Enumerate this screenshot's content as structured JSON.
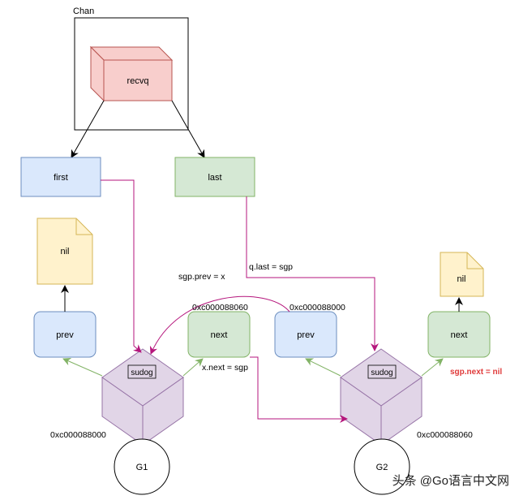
{
  "chan": {
    "title": "Chan",
    "recvq_label": "recvq"
  },
  "queue": {
    "first_label": "first",
    "last_label": "last"
  },
  "nil_left": "nil",
  "nil_right": "nil",
  "g1": {
    "prev_label": "prev",
    "next_label": "next",
    "sudog_label": "sudog",
    "goroutine_label": "G1",
    "address": "0xc000088000",
    "next_address": "0xc000088060"
  },
  "g2": {
    "prev_label": "prev",
    "next_label": "next",
    "sudog_label": "sudog",
    "goroutine_label": "G2",
    "address": "0xc000088060",
    "prev_address": "0xc000088000"
  },
  "annotations": {
    "last_assign": "q.last = sgp",
    "prev_assign": "sgp.prev = x",
    "next_assign": "x.next = sgp",
    "next_nil": "sgp.next = nil"
  },
  "watermark": "头条 @Go语言中文网",
  "colors": {
    "blue_fill": "#dae8fc",
    "blue_stroke": "#6c8ebf",
    "green_fill": "#d5e8d4",
    "green_stroke": "#82b366",
    "yellow_fill": "#fff2cc",
    "yellow_stroke": "#d6b656",
    "red_fill": "#f8cecc",
    "red_stroke": "#b85450",
    "purple_fill": "#e1d5e7",
    "purple_stroke": "#9673a6",
    "magenta_edge": "#b5167c",
    "alert_text": "#e03a3a"
  }
}
